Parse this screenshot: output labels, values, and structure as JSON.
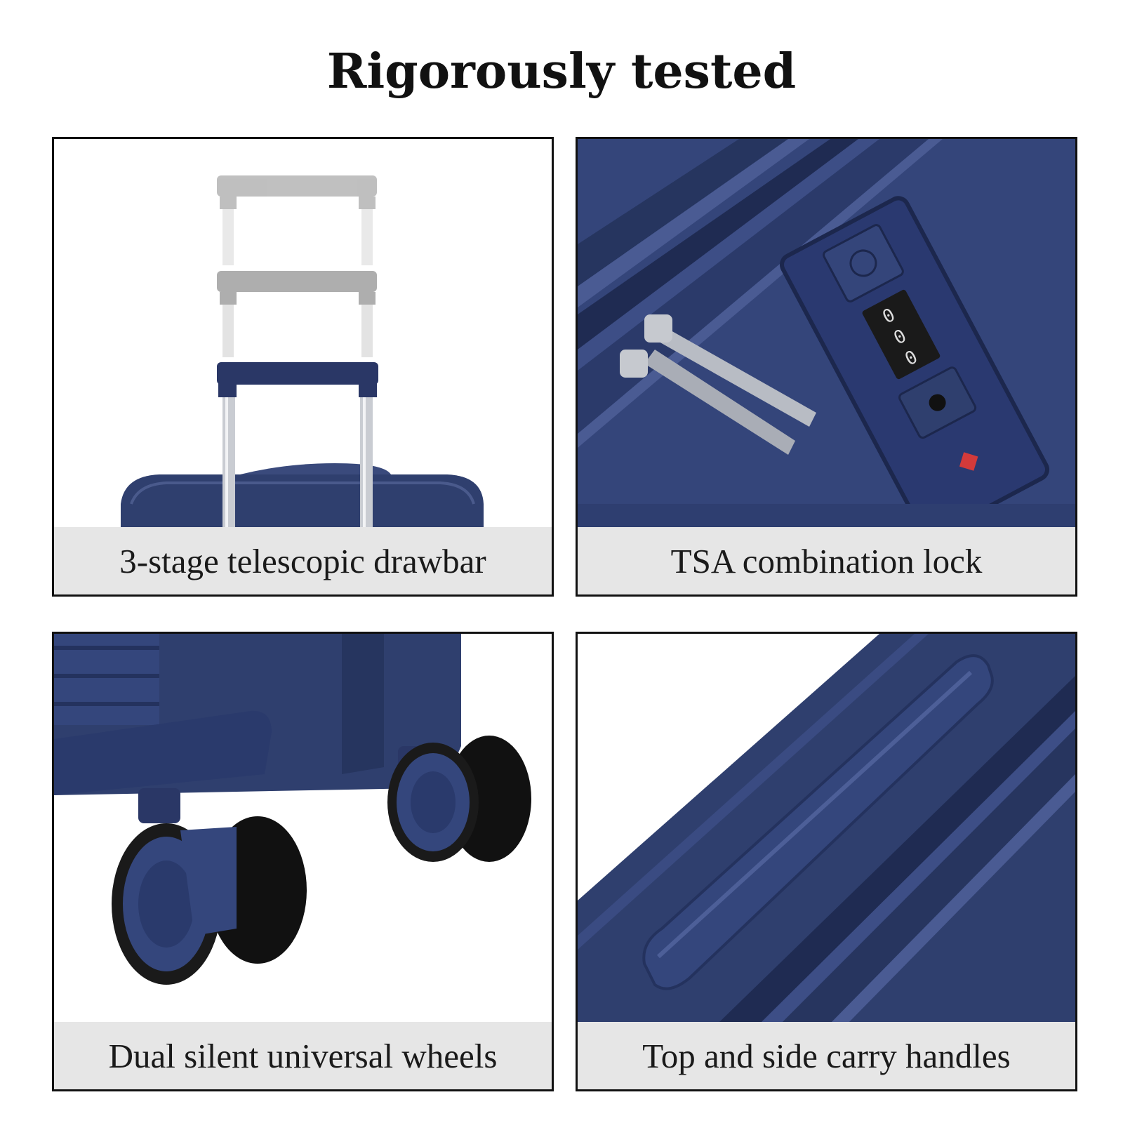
{
  "title": "Rigorously tested",
  "panels": [
    {
      "caption": "3-stage telescopic drawbar",
      "image": "telescopic-handle-photo"
    },
    {
      "caption": "TSA combination lock",
      "image": "tsa-lock-photo"
    },
    {
      "caption": "Dual silent universal wheels",
      "image": "spinner-wheels-photo"
    },
    {
      "caption": "Top and side carry handles",
      "image": "carry-handle-photo"
    }
  ],
  "lock": {
    "digits": [
      "0",
      "0",
      "0"
    ]
  },
  "colors": {
    "navy": "#2f3f6e",
    "navy_dark": "#1f2b52",
    "caption_bg": "#e6e6e6",
    "border": "#111111"
  }
}
